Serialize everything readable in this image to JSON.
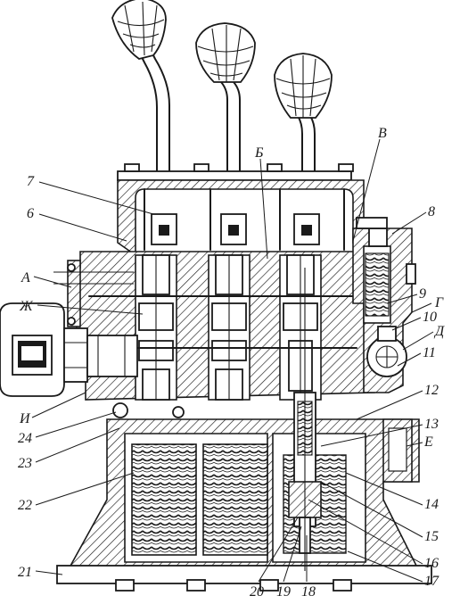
{
  "labels": {
    "l7": "7",
    "l6": "6",
    "lA": "А",
    "lZh": "Ж",
    "lI": "И",
    "l24": "24",
    "l23": "23",
    "l22": "22",
    "l21": "21",
    "lB": "Б",
    "lV": "В",
    "l8": "8",
    "l9": "9",
    "lG": "Г",
    "l10": "10",
    "lD": "Д",
    "l11": "11",
    "l12": "12",
    "l13": "13",
    "lE": "Е",
    "l14": "14",
    "l15": "15",
    "l16": "16",
    "l17": "17",
    "l18": "18",
    "l19": "19",
    "l20": "20"
  }
}
